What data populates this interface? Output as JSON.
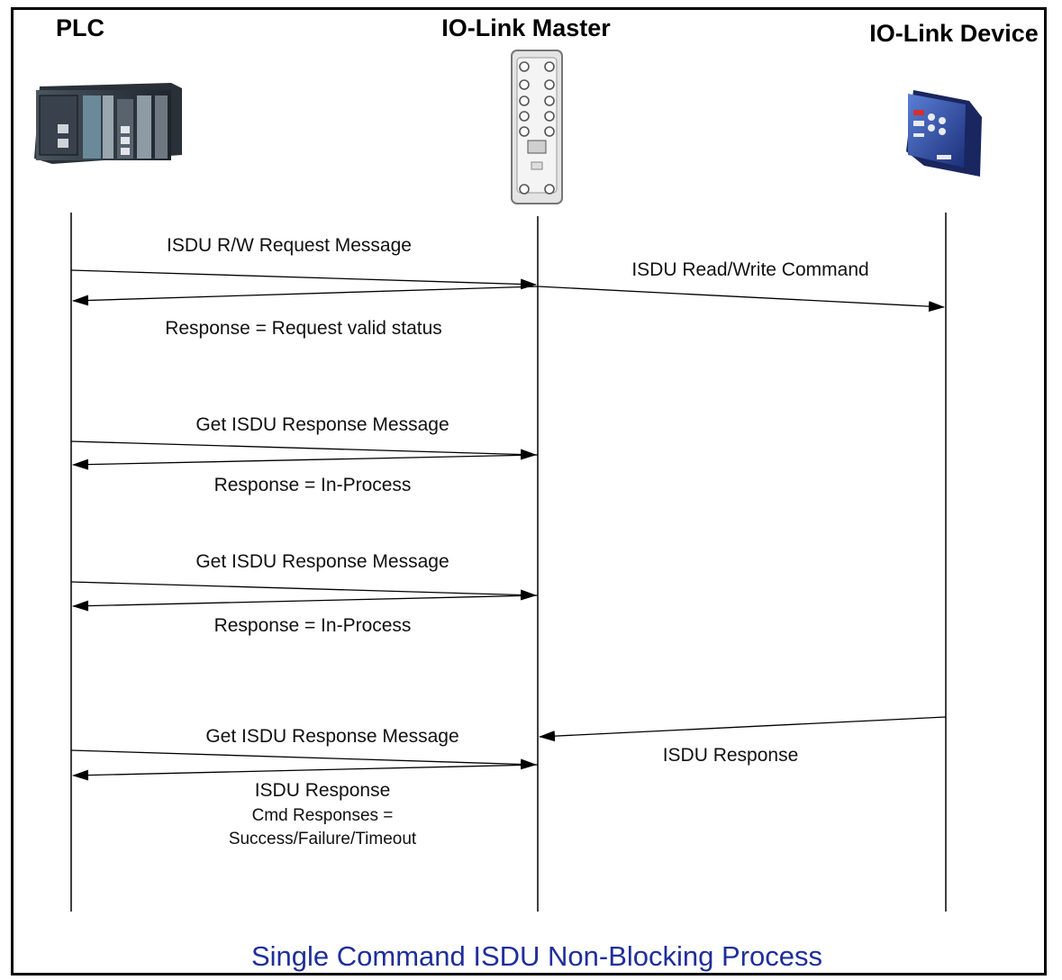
{
  "actors": {
    "plc": {
      "name": "PLC"
    },
    "master": {
      "name": "IO-Link Master"
    },
    "device": {
      "name": "IO-Link Device"
    }
  },
  "messages": {
    "isdu_rw_request": "ISDU R/W Request Message",
    "isdu_rw_command": "ISDU Read/Write Command",
    "response_valid": "Response = Request valid status",
    "get_response_1": "Get ISDU Response Message",
    "response_inprocess_1": "Response = In-Process",
    "get_response_2": "Get ISDU Response Message",
    "response_inprocess_2": "Response = In-Process",
    "get_response_3": "Get ISDU Response Message",
    "isdu_response_device": "ISDU Response",
    "isdu_response_final": "ISDU Response",
    "cmd_responses": "Cmd Responses =",
    "cmd_outcomes": "Success/Failure/Timeout"
  },
  "caption": "Single Command ISDU Non-Blocking Process",
  "colors": {
    "caption": "#1f2f9a",
    "line": "#000000",
    "device_body": "#2f4fb0"
  },
  "icons": {
    "plc": "plc-rack-icon",
    "master": "io-link-master-module-icon",
    "device": "io-link-device-icon"
  }
}
